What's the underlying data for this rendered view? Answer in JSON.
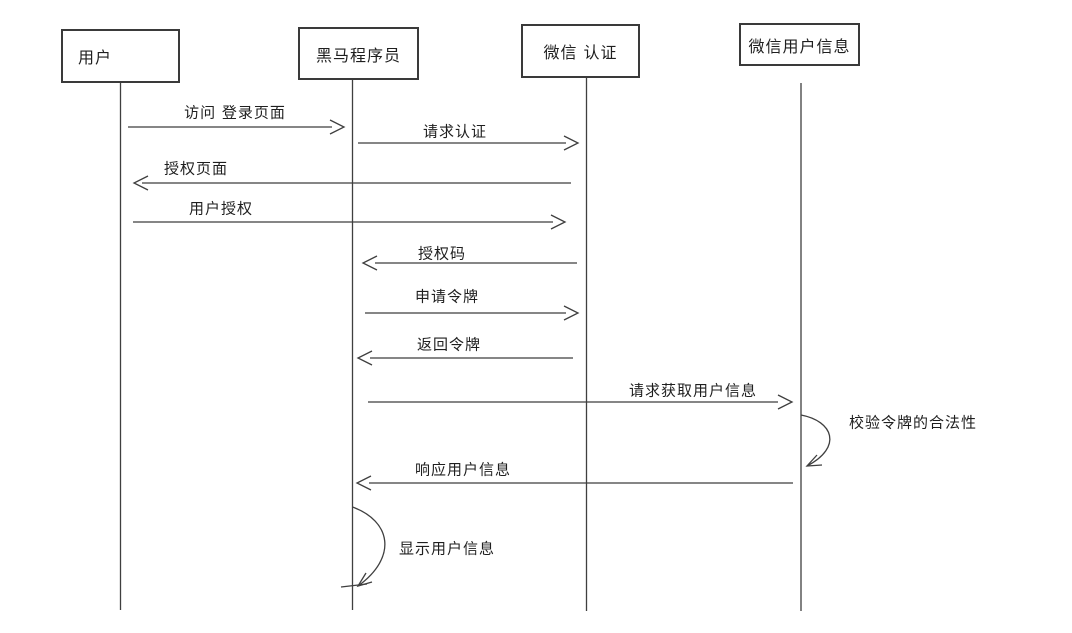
{
  "diagram": {
    "type": "sequence-diagram",
    "topic": "wechat-oauth-login-flow",
    "actors": [
      {
        "label": "用户"
      },
      {
        "label": "黑马程序员"
      },
      {
        "label": "微信 认证"
      },
      {
        "label": "微信用户信息"
      }
    ],
    "messages": [
      {
        "label": "访问 登录页面",
        "from": "用户",
        "to": "黑马程序员",
        "direction": "right"
      },
      {
        "label": "请求认证",
        "from": "黑马程序员",
        "to": "微信 认证",
        "direction": "right"
      },
      {
        "label": "授权页面",
        "from": "微信 认证",
        "to": "用户",
        "direction": "left"
      },
      {
        "label": "用户授权",
        "from": "用户",
        "to": "微信 认证",
        "direction": "right"
      },
      {
        "label": "授权码",
        "from": "微信 认证",
        "to": "黑马程序员",
        "direction": "left"
      },
      {
        "label": "申请令牌",
        "from": "黑马程序员",
        "to": "微信 认证",
        "direction": "right"
      },
      {
        "label": "返回令牌",
        "from": "微信 认证",
        "to": "黑马程序员",
        "direction": "left"
      },
      {
        "label": "请求获取用户信息",
        "from": "黑马程序员",
        "to": "微信用户信息",
        "direction": "right"
      },
      {
        "label": "校验令牌的合法性",
        "from": "微信用户信息",
        "to": "微信用户信息",
        "direction": "self"
      },
      {
        "label": "响应用户信息",
        "from": "微信用户信息",
        "to": "黑马程序员",
        "direction": "left"
      },
      {
        "label": "显示用户信息",
        "from": "黑马程序员",
        "to": "黑马程序员",
        "direction": "self"
      }
    ],
    "colors": {
      "line": "#3f3f3f",
      "border": "#3a3a3a",
      "text": "#1f1f1f",
      "background": "#ffffff"
    }
  }
}
